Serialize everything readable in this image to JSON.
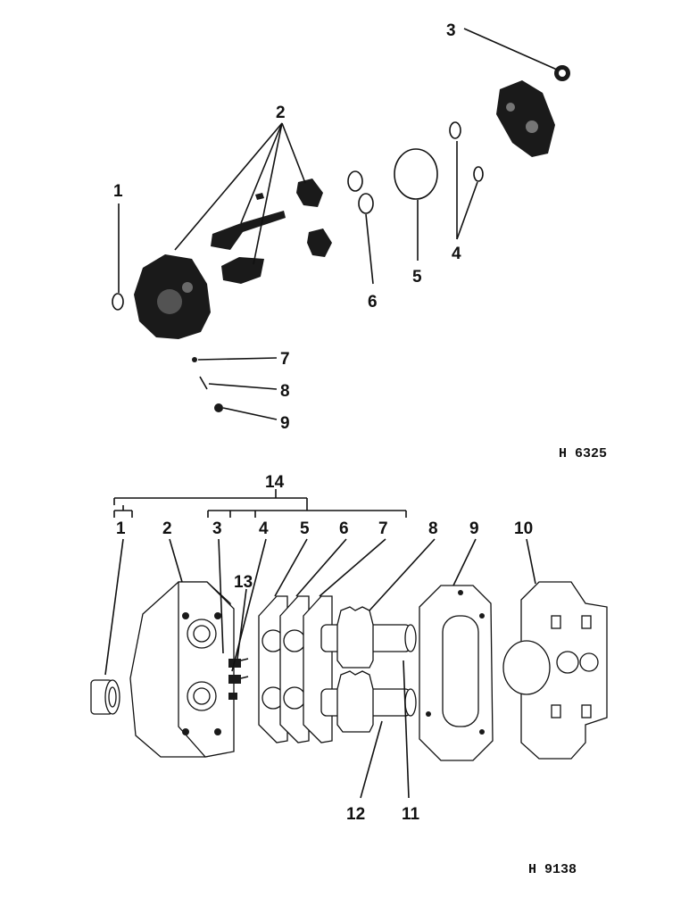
{
  "upper_diagram": {
    "code": "H 6325",
    "labels": [
      "1",
      "2",
      "3",
      "4",
      "5",
      "6",
      "7",
      "8",
      "9"
    ]
  },
  "lower_diagram": {
    "code": "H 9138",
    "group_label": "14",
    "labels": [
      "1",
      "2",
      "3",
      "4",
      "5",
      "6",
      "7",
      "8",
      "9",
      "10",
      "11",
      "12",
      "13"
    ]
  }
}
